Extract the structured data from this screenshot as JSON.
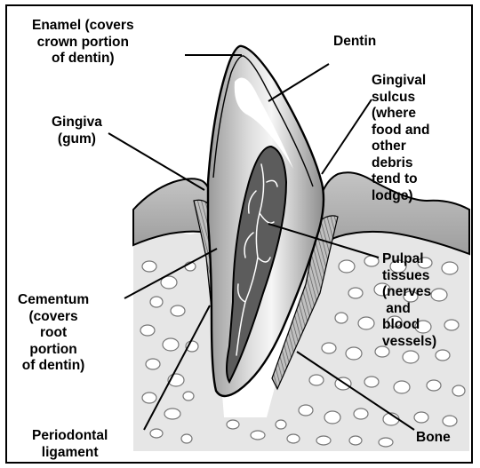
{
  "figure": {
    "labels": {
      "enamel": "Enamel (covers\ncrown portion\nof dentin)",
      "dentin": "Dentin",
      "gingiva": "Gingiva\n(gum)",
      "gingival_sulcus": "Gingival\nsulcus\n(where\nfood and\nother\ndebris\ntend to\nlodge)",
      "pulpal_tissues": "Pulpal\ntissues\n(nerves\n and\nblood\nvessels)",
      "cementum": "Cementum\n(covers\nroot\nportion\nof dentin)",
      "periodontal_ligament": "Periodontal\nligament",
      "bone": "Bone"
    },
    "colors": {
      "gum": "#b3b3b3",
      "bone": "#e6e6e6",
      "bone_cells": "#ffffff",
      "dentin_light": "#f4f4f4",
      "dentin_dark": "#8a8a8a",
      "pulp": "#5c5c5c",
      "nerves": "#ffffff",
      "ligament": "#7d7d7d",
      "outline": "#000000"
    }
  }
}
